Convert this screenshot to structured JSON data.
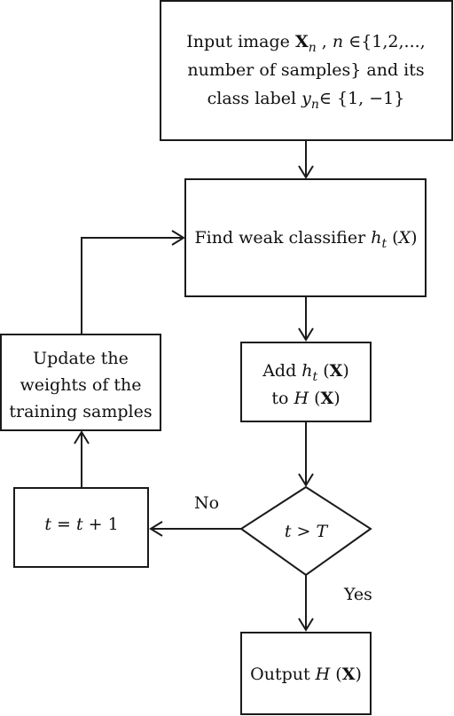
{
  "diagram": {
    "input": {
      "line1_prefix": "Input image ",
      "line1_var": "X",
      "line1_sub": "n",
      "line1_mid": " , ",
      "line1_n": "n",
      "line1_suffix": " ∈{1,2,...,",
      "line2": "number of samples} and its",
      "line3_prefix": "class label ",
      "line3_var": "y",
      "line3_sub": "n",
      "line3_suffix": "∈ {1, −1}"
    },
    "find_weak": {
      "prefix": "Find weak classifier ",
      "var": "h",
      "sub": "t",
      "arg_open": " (",
      "arg": "X",
      "arg_close": ")"
    },
    "add": {
      "line1_prefix": "Add ",
      "line1_var": "h",
      "line1_sub": "t",
      "line1_open": " (",
      "line1_arg": "X",
      "line1_close": ")",
      "line2_prefix": "to ",
      "line2_var": "H",
      "line2_open": " (",
      "line2_arg": "X",
      "line2_close": ")"
    },
    "update": {
      "line1": "Update the",
      "line2": "weights of the",
      "line3": "training samples"
    },
    "increment": {
      "var1": "t",
      "eq": " = ",
      "var2": "t",
      "plus": " + 1"
    },
    "decision": {
      "var1": "t",
      "op": " > ",
      "var2": "T"
    },
    "output": {
      "prefix": "Output ",
      "var": "H",
      "open": " (",
      "arg": "X",
      "close": ")"
    },
    "labels": {
      "no": "No",
      "yes": "Yes"
    }
  }
}
